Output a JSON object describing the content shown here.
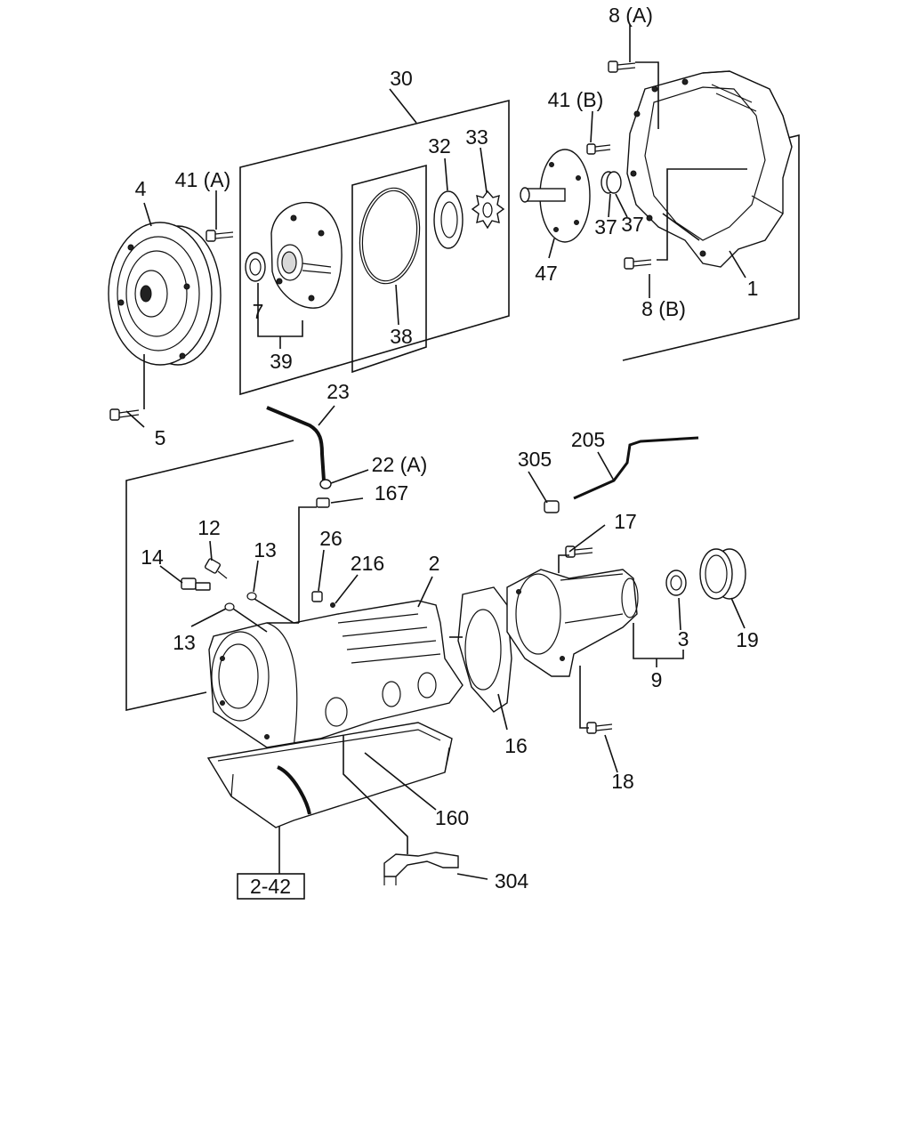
{
  "diagram": {
    "labels": {
      "l1": "1",
      "l2": "2",
      "l3": "3",
      "l4": "4",
      "l5": "5",
      "l7": "7",
      "l8a": "8 (A)",
      "l8b": "8 (B)",
      "l9": "9",
      "l12": "12",
      "l13a": "13",
      "l13b": "13",
      "l14": "14",
      "l16": "16",
      "l17": "17",
      "l18": "18",
      "l19": "19",
      "l22a": "22 (A)",
      "l23": "23",
      "l26": "26",
      "l30": "30",
      "l32": "32",
      "l33": "33",
      "l37a": "37",
      "l37b": "37",
      "l38": "38",
      "l39": "39",
      "l41a": "41 (A)",
      "l41b": "41 (B)",
      "l47": "47",
      "l160": "160",
      "l167": "167",
      "l205": "205",
      "l216": "216",
      "l304": "304",
      "l305": "305"
    },
    "reference_box": "2-42"
  }
}
